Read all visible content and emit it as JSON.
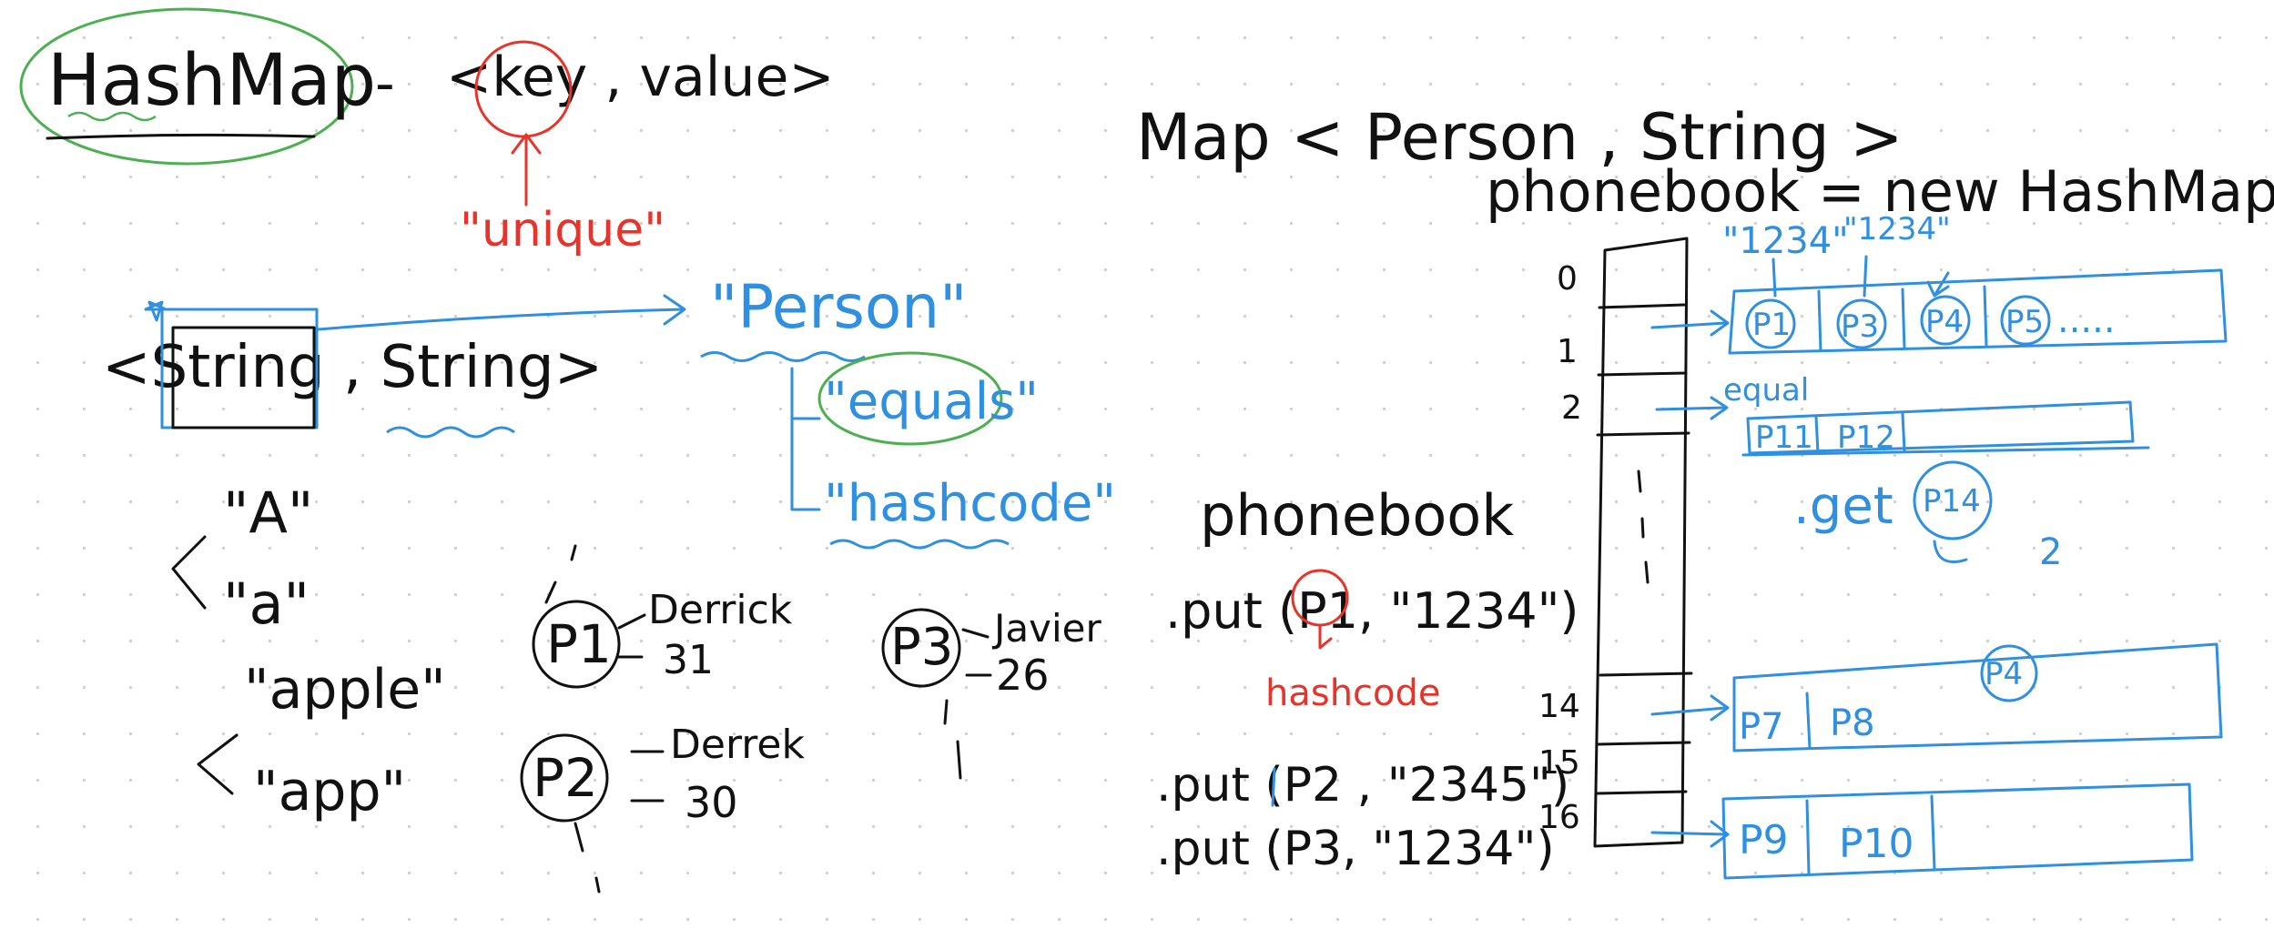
{
  "colors": {
    "ink": "#111111",
    "blue": "#2f8fe0",
    "red": "#e8332a",
    "green": "#4caf50",
    "grid_dot": "#cfcfcf"
  },
  "left": {
    "title": "HashMap",
    "dash": "-",
    "kv": "<key , value>",
    "unique": "\"unique\"",
    "generic": "<String , String>",
    "person": "\"Person\"",
    "equals": "\"equals\"",
    "hashcode": "\"hashcode\"",
    "strings": [
      "\"A\"",
      "\"a\"",
      "\"apple\"",
      "\"app\""
    ],
    "people": [
      {
        "id": "P1",
        "name": "Derrick",
        "age": "31"
      },
      {
        "id": "P2",
        "name": "Derrek",
        "age": "30"
      },
      {
        "id": "P3",
        "name": "Javier",
        "age": "26"
      }
    ]
  },
  "middle": {
    "title": "phonebook",
    "calls": [
      ".put (P1, \"1234\")",
      ".put (P2 , \"2345\")",
      ".put (P3, \"1234\")"
    ],
    "hashcode": "hashcode"
  },
  "right": {
    "decl1": "Map < Person , String >",
    "decl2": "phonebook = new HashMap<>();",
    "indices": [
      "0",
      "1",
      "2",
      "14",
      "15",
      "16"
    ],
    "top_labels": [
      "\"1234\"",
      "\"1234\""
    ],
    "row1": [
      "P1",
      "P3",
      "P4",
      "P5",
      "....."
    ],
    "equal": "equal",
    "row2": [
      "P11",
      "P12"
    ],
    "get": ".get",
    "get_key": "P14",
    "get_result": "2",
    "row3": [
      "P7",
      "P8"
    ],
    "row3_extra": "P4",
    "row4": [
      "P9",
      "P10"
    ]
  }
}
